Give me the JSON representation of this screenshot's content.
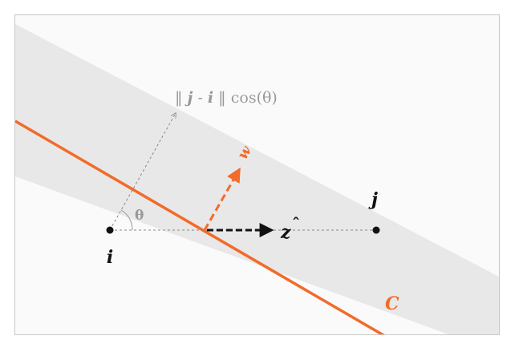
{
  "colors": {
    "frame_border": "#c8c8c8",
    "background": "#fafafa",
    "band": "#e8e8e8",
    "accent": "#f26b2a",
    "gray_text": "#999999",
    "point": "#111111",
    "dashed_guide": "#888888"
  },
  "labels": {
    "point_i": "i",
    "point_j": "j",
    "angle": "θ",
    "projection": {
      "bar_left": "‖ ",
      "j": "j",
      "minus": " - ",
      "i": "i",
      "bar_right": " ‖ ",
      "cos": "cos(θ)"
    },
    "z_hat": "z",
    "hat": "ˆ",
    "normal_vector": "w",
    "boundary": "C"
  }
}
